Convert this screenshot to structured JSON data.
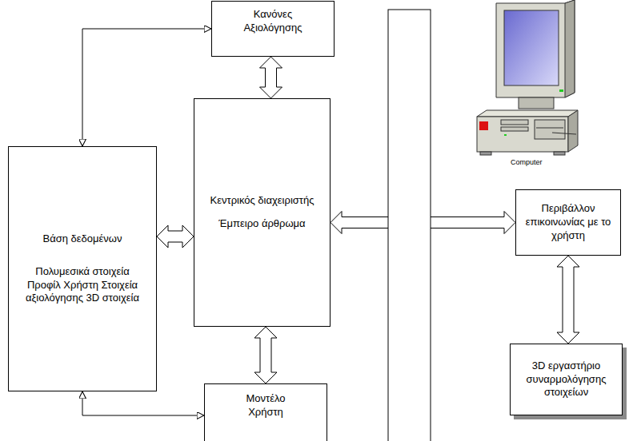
{
  "diagram": {
    "nodes": [
      {
        "text": [
          "Κανόνες Αξιολόγησης"
        ]
      },
      {
        "text": [
          "Βάση δεδομένων",
          "Πολυμεσικά στοιχεία Προφίλ Χρήστη Στοιχεία αξιολόγησης 3D στοιχεία"
        ]
      },
      {
        "text": [
          "Κεντρικός διαχειριστής",
          "Έμπειρο άρθρωμα"
        ]
      },
      {
        "text": [
          "Μοντέλο Χρήστη"
        ]
      },
      {
        "text": [
          "Περιβάλλον επικοινωνίας με το χρήστη"
        ]
      },
      {
        "text": [
          "3D εργαστήριο συναρμολόγησης στοιχείων"
        ]
      }
    ],
    "edges": [
      {
        "from": 0,
        "to": 2,
        "arrow": "both"
      },
      {
        "from": 1,
        "to": 2,
        "arrow": "both"
      },
      {
        "from": 2,
        "to": 3,
        "arrow": "both"
      },
      {
        "from": 2,
        "to": 4,
        "arrow": "both"
      },
      {
        "from": 4,
        "to": 5,
        "arrow": "both"
      },
      {
        "from": 1,
        "to": 0,
        "arrow": "both"
      },
      {
        "from": 1,
        "to": 3,
        "arrow": "both"
      }
    ],
    "labels": [
      "Computer"
    ]
  }
}
